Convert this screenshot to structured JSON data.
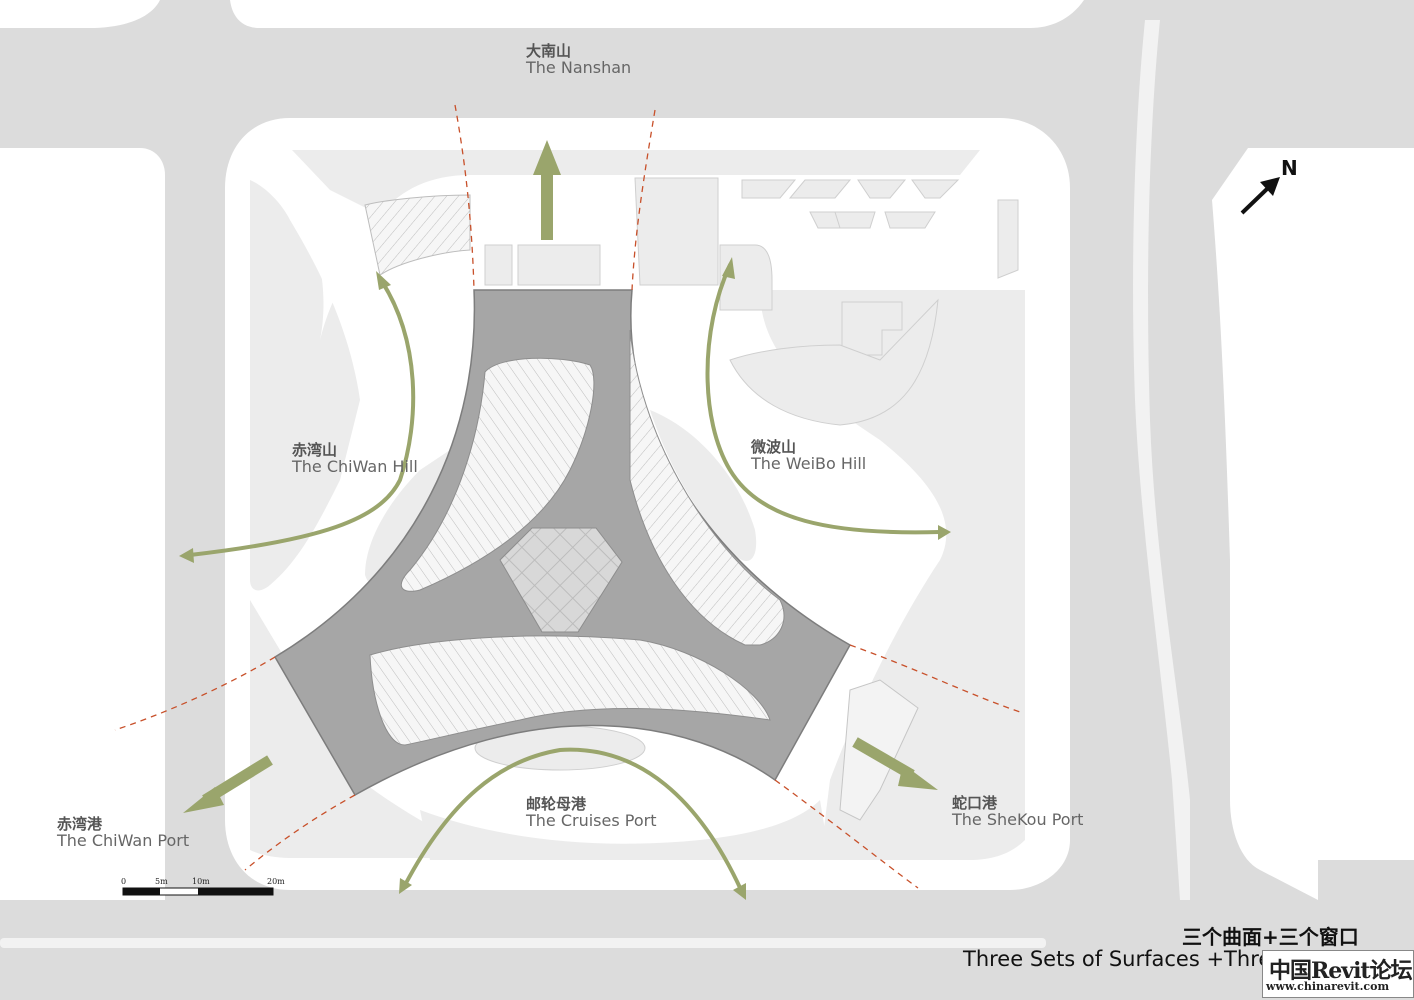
{
  "site_labels": {
    "nanshan": {
      "zh": "大南山",
      "en": "The Nanshan"
    },
    "chiwan_hill": {
      "zh": "赤湾山",
      "en": "The ChiWan Hill"
    },
    "weibo_hill": {
      "zh": "微波山",
      "en": "The WeiBo Hill"
    },
    "cruises_port": {
      "zh": "邮轮母港",
      "en": "The Cruises Port"
    },
    "chiwan_port": {
      "zh": "赤湾港",
      "en": "The ChiWan Port"
    },
    "shekou_port": {
      "zh": "蛇口港",
      "en": "The SheKou Port"
    }
  },
  "north_arrow": {
    "label": "N"
  },
  "scale_bar": {
    "ticks": [
      "0",
      "5m",
      "10m",
      "20m"
    ]
  },
  "caption": {
    "zh": "三个曲面+三个窗口",
    "en": "Three Sets of Surfaces +Three"
  },
  "watermark": {
    "title": "中国Revit论坛",
    "url": "www.chinarevit.com"
  },
  "colors": {
    "road": "#dcdcdc",
    "block": "#ffffff",
    "plaza": "#ececec",
    "building": "#a6a6a6",
    "arrow": "#9aa56c",
    "sightline": "#c8502a"
  }
}
